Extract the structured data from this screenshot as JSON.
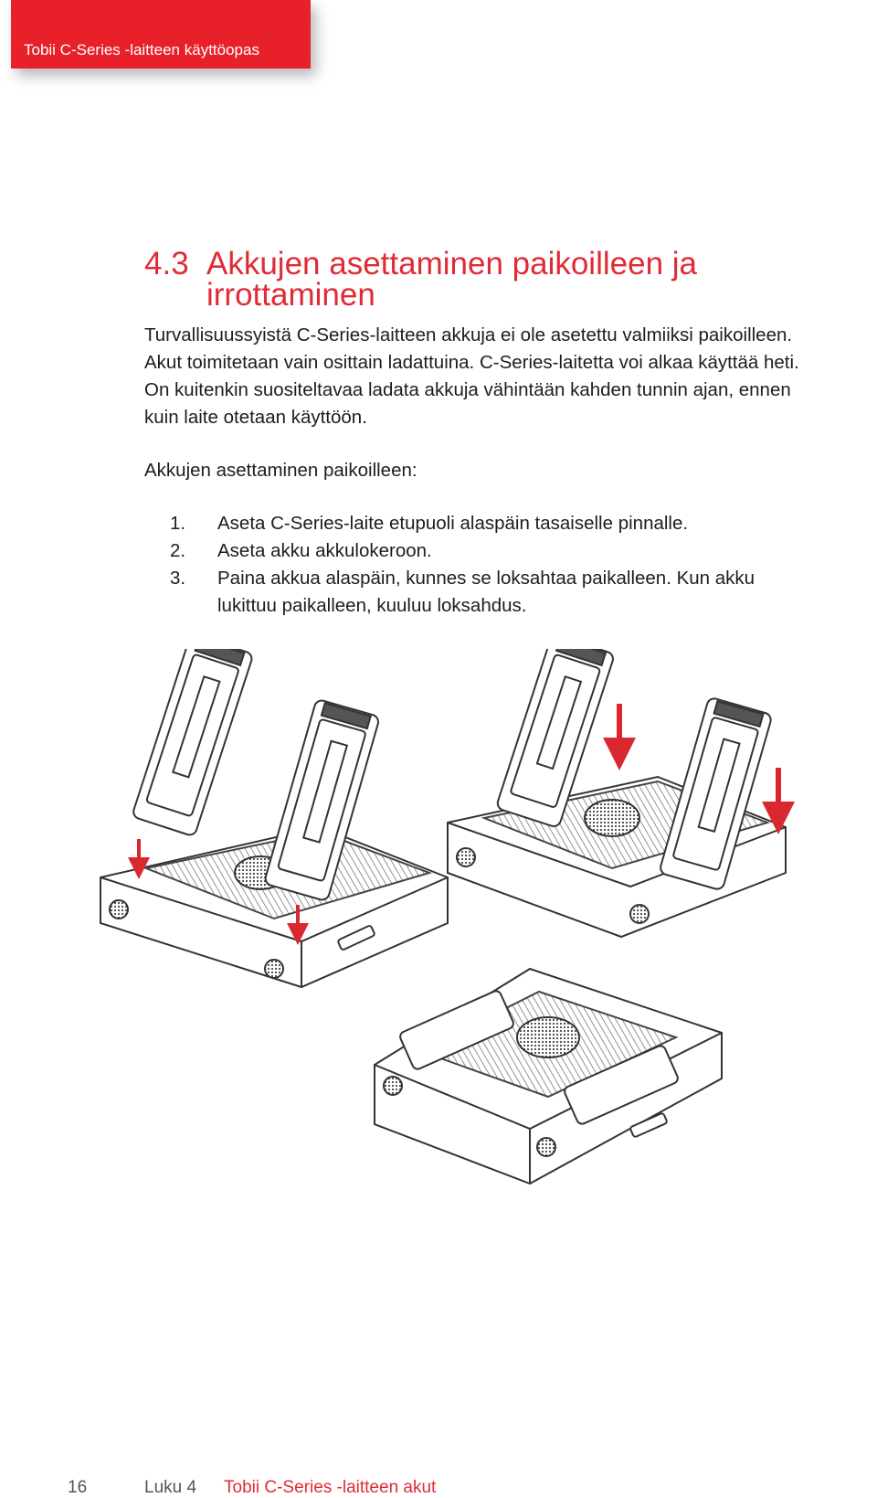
{
  "header": {
    "label": "Tobii C-Series -laitteen käyttöopas"
  },
  "section": {
    "number": "4.3",
    "title_line1": "Akkujen asettaminen paikoilleen ja",
    "title_line2": "irrottaminen"
  },
  "intro_text": "Turvallisuussyistä C-Series-laitteen akkuja ei ole asetettu valmiiksi paikoilleen. Akut toimitetaan vain osittain ladattuina. C-Series-laitetta voi alkaa käyttää heti. On kuitenkin suositeltavaa ladata akkuja vähintään kahden tunnin ajan, ennen kuin laite otetaan käyttöön.",
  "steps_heading": "Akkujen asettaminen paikoilleen:",
  "steps": [
    {
      "num": "1.",
      "text": "Aseta C-Series-laite etupuoli alaspäin tasaiselle pinnalle."
    },
    {
      "num": "2.",
      "text": "Aseta akku akkulokeroon."
    },
    {
      "num": "3.",
      "text": "Paina akkua alaspäin, kunnes se loksahtaa paikalleen. Kun akku lukittuu paikalleen, kuuluu loksahdus."
    }
  ],
  "footer": {
    "page_number": "16",
    "chapter": "Luku 4",
    "chapter_title": "Tobii C-Series -laitteen akut"
  },
  "colors": {
    "accent": "#e8202a",
    "text": "#1d1d1d",
    "arrow": "#d9282f"
  }
}
